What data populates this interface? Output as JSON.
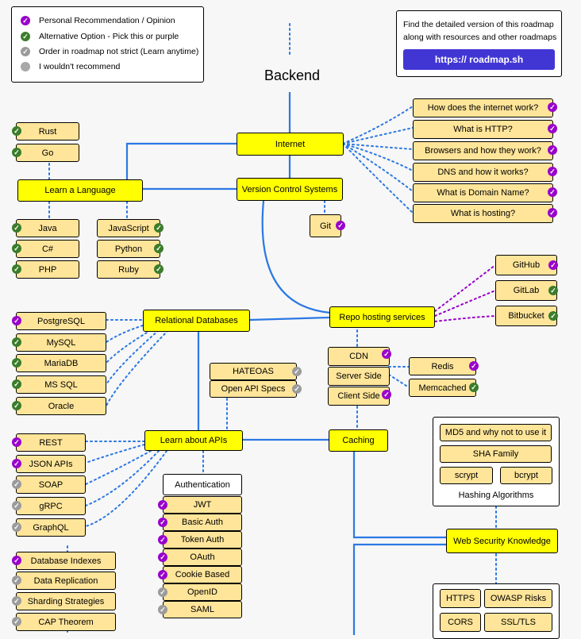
{
  "title": "Backend",
  "legend": [
    {
      "label": "Personal Recommendation / Opinion",
      "kind": "personal"
    },
    {
      "label": "Alternative Option - Pick this or purple",
      "kind": "alternative"
    },
    {
      "label": "Order in roadmap not strict (Learn anytime)",
      "kind": "order"
    },
    {
      "label": "I wouldn't recommend",
      "kind": "not-recommended"
    }
  ],
  "info": {
    "line1": "Find the detailed version of this roadmap",
    "line2": "along with resources and other roadmaps",
    "link_label": "https:// roadmap.sh"
  },
  "colors": {
    "primary": "#ffff00",
    "secondary": "#ffe599",
    "personal": "#9900cc",
    "alternative": "#3b7d2a",
    "order": "#9b9b9b",
    "line": "#2b78e4",
    "dotted_purple": "#9900cc"
  },
  "nodes": {
    "internet": "Internet",
    "how_internet": "How does the internet work?",
    "http": "What is HTTP?",
    "browsers": "Browsers and how they work?",
    "dns": "DNS and how it works?",
    "domain": "What is Domain Name?",
    "hosting": "What is hosting?",
    "rust": "Rust",
    "go": "Go",
    "learn_language": "Learn a Language",
    "java": "Java",
    "csharp": "C#",
    "php": "PHP",
    "javascript": "JavaScript",
    "python": "Python",
    "ruby": "Ruby",
    "vcs": "Version Control Systems",
    "git": "Git",
    "repo_hosting": "Repo hosting services",
    "github": "GitHub",
    "gitlab": "GitLab",
    "bitbucket": "Bitbucket",
    "relational_db": "Relational Databases",
    "postgresql": "PostgreSQL",
    "mysql": "MySQL",
    "mariadb": "MariaDB",
    "mssql": "MS SQL",
    "oracle": "Oracle",
    "cdn": "CDN",
    "server_side": "Server Side",
    "client_side": "Client Side",
    "redis": "Redis",
    "memcached": "Memcached",
    "caching": "Caching",
    "hateoas": "HATEOAS",
    "openapi": "Open API Specs",
    "learn_apis": "Learn about APIs",
    "rest": "REST",
    "json_apis": "JSON APIs",
    "soap": "SOAP",
    "grpc": "gRPC",
    "graphql": "GraphQL",
    "authentication": "Authentication",
    "jwt": "JWT",
    "basic_auth": "Basic Auth",
    "token_auth": "Token Auth",
    "oauth": "OAuth",
    "cookie_based": "Cookie Based",
    "openid": "OpenID",
    "saml": "SAML",
    "md5": "MD5 and why not to use it",
    "sha": "SHA Family",
    "scrypt": "scrypt",
    "bcrypt": "bcrypt",
    "hashing": "Hashing Algorithms",
    "web_security": "Web Security Knowledge",
    "https": "HTTPS",
    "owasp": "OWASP Risks",
    "cors": "CORS",
    "ssl_tls": "SSL/TLS",
    "db_indexes": "Database Indexes",
    "data_replication": "Data Replication",
    "sharding": "Sharding Strategies",
    "cap": "CAP Theorem"
  }
}
